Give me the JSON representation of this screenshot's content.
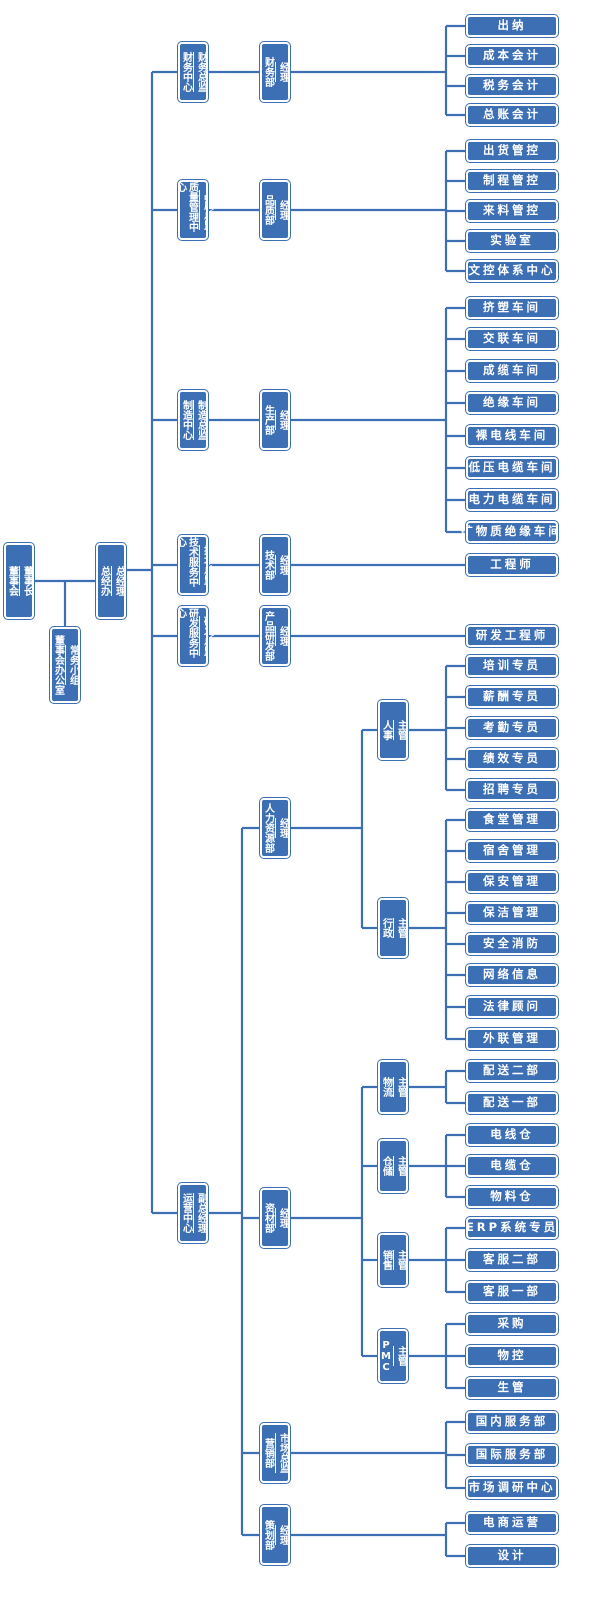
{
  "top": {
    "board": [
      "董事会",
      "董事长"
    ],
    "board_office": [
      "董事会办公室",
      "常务小组"
    ],
    "gm": [
      "总经办",
      "总经理"
    ]
  },
  "centers": [
    {
      "key": "finance",
      "center": [
        "财务中心",
        "财务总监"
      ],
      "dept": [
        "财务部",
        "经理"
      ],
      "leaves": [
        "出纳",
        "成本会计",
        "税务会计",
        "总账会计"
      ]
    },
    {
      "key": "quality",
      "center": [
        "质量管理中心",
        "品质总监"
      ],
      "dept": [
        "品质部",
        "经理"
      ],
      "leaves": [
        "出货管控",
        "制程管控",
        "来料管控",
        "实验室",
        "文控体系中心"
      ]
    },
    {
      "key": "manufacturing",
      "center": [
        "制造中心",
        "制造总监"
      ],
      "dept": [
        "生产部",
        "经理"
      ],
      "leaves": [
        "挤塑车间",
        "交联车间",
        "成缆车间",
        "绝缘车间",
        "裸电线车间",
        "低压电缆车间",
        "电力电缆车间",
        "矿物质绝缘车间"
      ]
    },
    {
      "key": "tech",
      "center": [
        "技术服务中心",
        "技术总监"
      ],
      "dept": [
        "技术部",
        "经理"
      ],
      "leaves": [
        "工程师"
      ]
    },
    {
      "key": "rnd",
      "center": [
        "研发服务中心",
        "研发总监"
      ],
      "dept": [
        "产品研发部",
        "经理"
      ],
      "leaves": [
        "研发工程师"
      ]
    }
  ],
  "ops": {
    "center": [
      "运营中心",
      "副总经理"
    ],
    "hr": {
      "dept": [
        "人力资源部",
        "经理"
      ],
      "subs": [
        {
          "head": [
            "人事",
            "主管"
          ],
          "leaves": [
            "培训专员",
            "薪酬专员",
            "考勤专员",
            "绩效专员",
            "招聘专员"
          ]
        },
        {
          "head": [
            "行政",
            "主管"
          ],
          "leaves": [
            "食堂管理",
            "宿舍管理",
            "保安管理",
            "保洁管理",
            "安全消防",
            "网络信息",
            "法律顾问",
            "外联管理"
          ]
        }
      ]
    },
    "materials": {
      "dept": [
        "资材部",
        "经理"
      ],
      "subs": [
        {
          "head": [
            "物流",
            "主管"
          ],
          "leaves": [
            "配送二部",
            "配送一部"
          ]
        },
        {
          "head": [
            "仓储",
            "主管"
          ],
          "leaves": [
            "电线仓",
            "电缆仓",
            "物料仓"
          ]
        },
        {
          "head": [
            "销售",
            "主管"
          ],
          "leaves": [
            "ERP系统专员",
            "客服二部",
            "客服一部"
          ]
        },
        {
          "head": [
            "PMC",
            "主管"
          ],
          "leaves": [
            "采购",
            "物控",
            "生管"
          ]
        }
      ]
    },
    "marketing": {
      "dept": [
        "营销部",
        "市场总监"
      ],
      "leaves": [
        "国内服务部",
        "国际服务部",
        "市场调研中心"
      ]
    },
    "planning": {
      "dept": [
        "策划部",
        "经理"
      ],
      "leaves": [
        "电商运营",
        "设计"
      ]
    }
  },
  "colors": {
    "box": "#3d6fb5",
    "line": "#3d6fb5",
    "text": "#ffffff"
  }
}
